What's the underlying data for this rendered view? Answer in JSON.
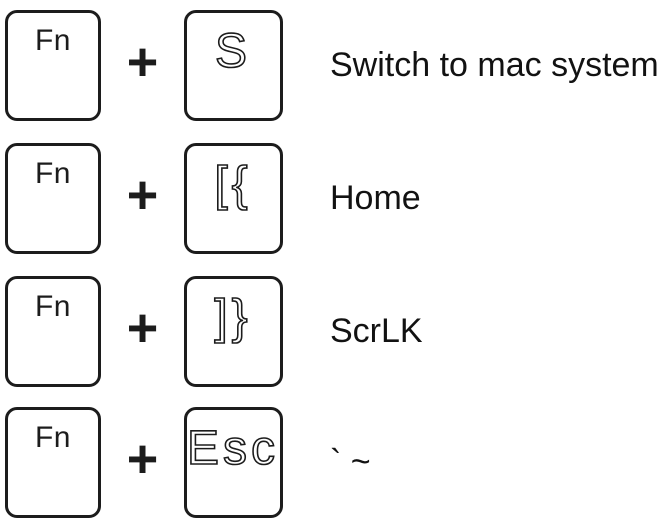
{
  "colors": {
    "ink": "#1c1c1c",
    "background": "#ffffff",
    "keycap_fill": "#ffffff"
  },
  "key_print_style": "outline",
  "shortcuts": [
    {
      "modifier": "Fn",
      "operator": "+",
      "key": "S",
      "description": "Switch to mac system"
    },
    {
      "modifier": "Fn",
      "operator": "+",
      "key": "[{",
      "description": "Home"
    },
    {
      "modifier": "Fn",
      "operator": "+",
      "key": "]}",
      "description": "ScrLK"
    },
    {
      "modifier": "Fn",
      "operator": "+",
      "key": "Esc",
      "description": "` ~"
    }
  ]
}
